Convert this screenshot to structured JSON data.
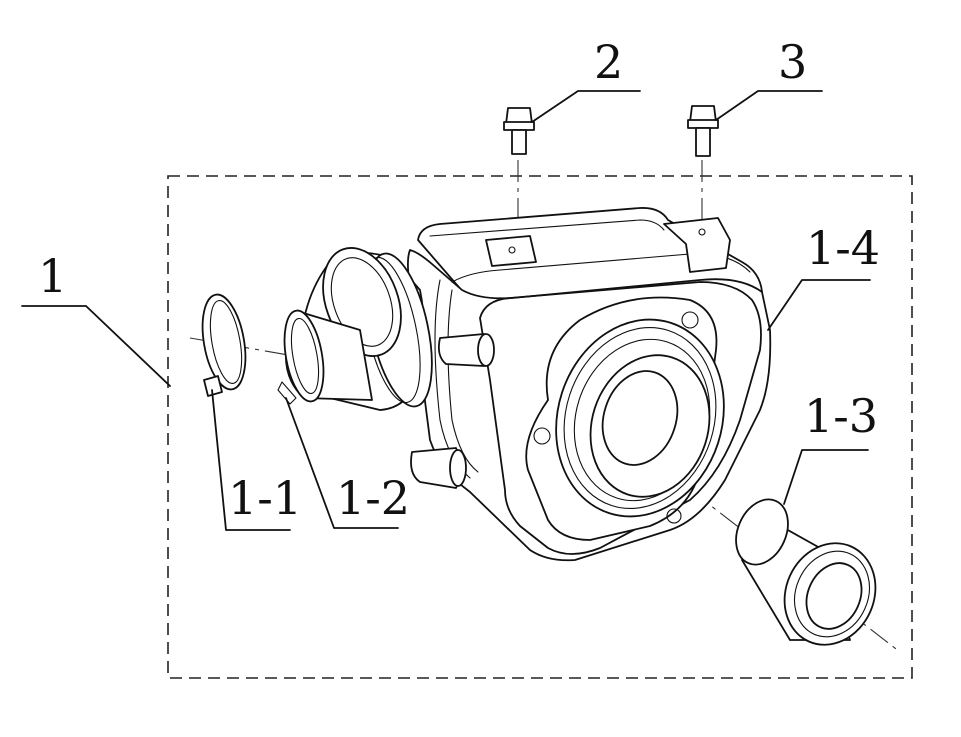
{
  "diagram": {
    "callouts": {
      "c1": "1",
      "c2": "2",
      "c3": "3",
      "c1_1": "1-1",
      "c1_2": "1-2",
      "c1_3": "1-3",
      "c1_4": "1-4"
    }
  }
}
